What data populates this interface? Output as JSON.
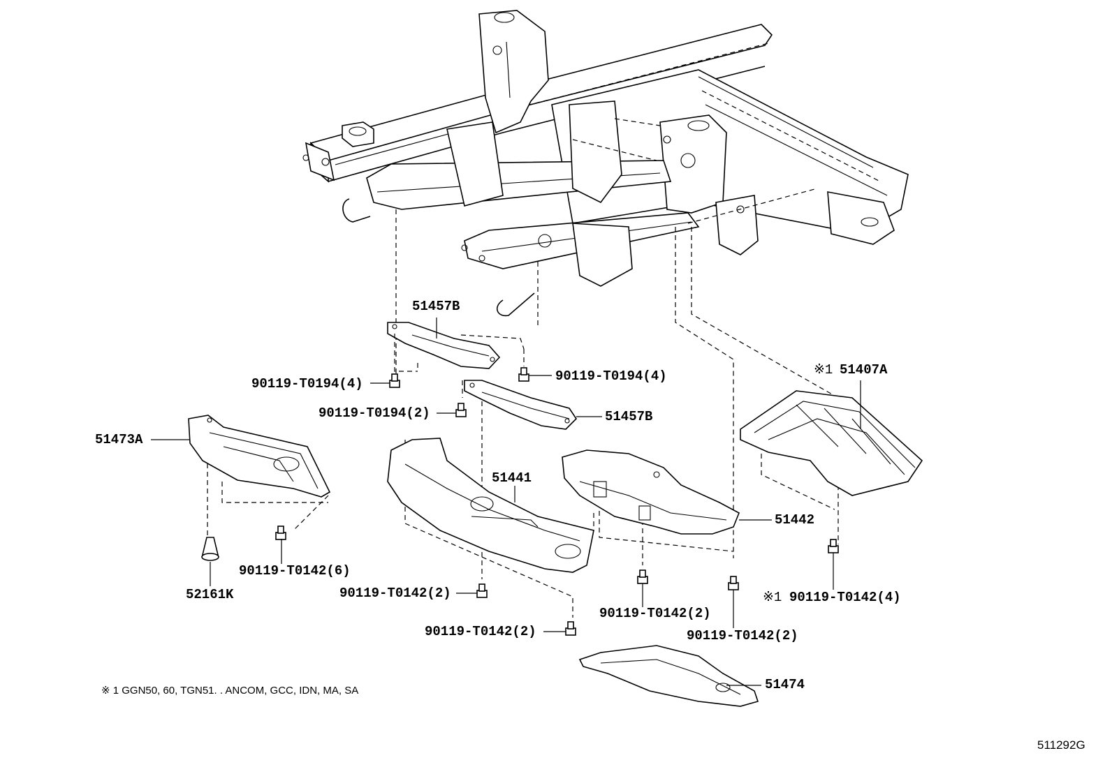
{
  "labels": {
    "p51457B_top": "51457B",
    "p51457B_mid": "51457B",
    "b_T0194_4_left": "90119-T0194(4)",
    "b_T0194_4_right": "90119-T0194(4)",
    "b_T0194_2": "90119-T0194(2)",
    "p51407A": "51407A",
    "p51407A_mark": "※1",
    "p51473A": "51473A",
    "p51441": "51441",
    "p51442": "51442",
    "b_T0142_6": "90119-T0142(6)",
    "p52161K": "52161K",
    "b_T0142_2_a": "90119-T0142(2)",
    "b_T0142_2_b": "90119-T0142(2)",
    "b_T0142_2_c": "90119-T0142(2)",
    "b_T0142_2_d": "90119-T0142(2)",
    "b_T0142_4": "90119-T0142(4)",
    "b_T0142_4_mark": "※1",
    "p51474": "51474"
  },
  "footnote": "※ 1 GGN50, 60, TGN51. . ANCOM, GCC, IDN, MA, SA",
  "diagram_code": "511292G"
}
